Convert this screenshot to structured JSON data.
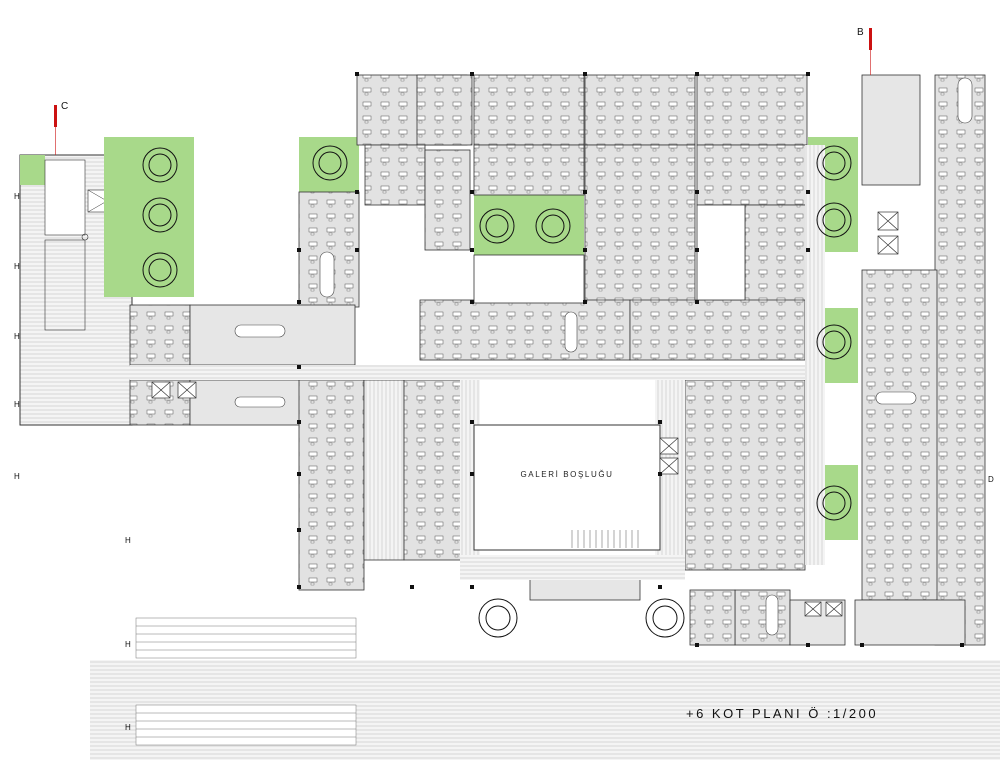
{
  "plan": {
    "title": "+6 KOT PLANI Ö :1/200",
    "gallery_label": "GALERİ BOŞLUĞU",
    "section_markers": {
      "c": "C",
      "b": "B",
      "d": "D"
    },
    "axis_marker": "H",
    "colors": {
      "courtyard_green": "#a8d98a",
      "room_fill": "#e4e4e4",
      "wall": "#222222",
      "section_red": "#cc1111",
      "tree": "#111111"
    }
  }
}
